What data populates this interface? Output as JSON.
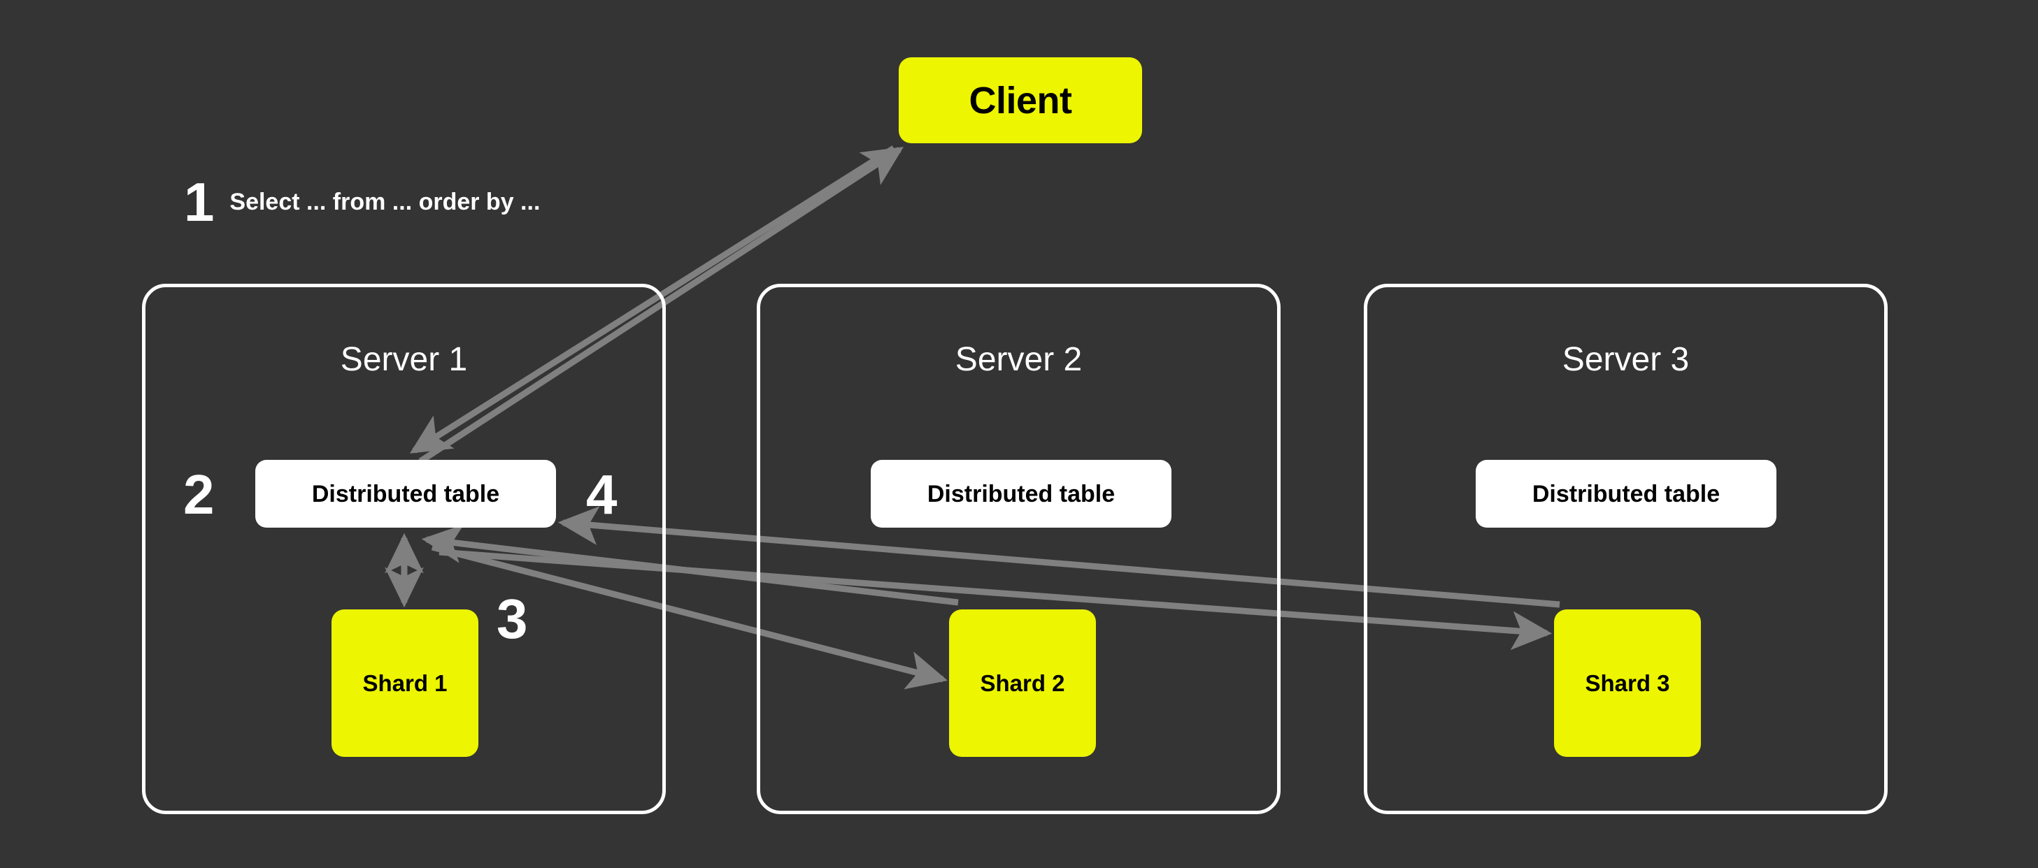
{
  "diagram": {
    "title": "Distributed table query flow across sharded servers",
    "background_color": "#343434",
    "accent_color": "#EDF500",
    "arrow_color": "#808080",
    "node_border_color": "#FFFFFF"
  },
  "client": {
    "label": "Client"
  },
  "steps": {
    "one": "1",
    "one_text": "Select ... from ... order by ...",
    "two": "2",
    "three": "3",
    "four": "4"
  },
  "servers": [
    {
      "title": "Server 1",
      "distributed_table": "Distributed table",
      "shard": "Shard 1"
    },
    {
      "title": "Server 2",
      "distributed_table": "Distributed table",
      "shard": "Shard 2"
    },
    {
      "title": "Server 3",
      "distributed_table": "Distributed table",
      "shard": "Shard 3"
    }
  ]
}
